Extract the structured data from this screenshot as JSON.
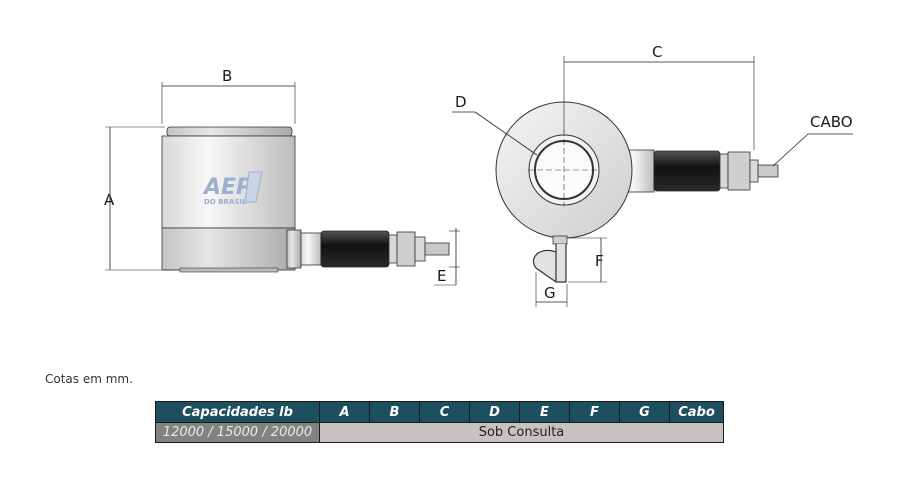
{
  "side_view": {
    "dim_a": "A",
    "dim_b": "B",
    "dim_e": "E",
    "logo_main": "AEP",
    "logo_sub": "DO BRASIL"
  },
  "top_view": {
    "dim_c": "C",
    "dim_d": "D",
    "dim_f": "F",
    "dim_g": "G",
    "cable_label": "CABO"
  },
  "note": "Cotas em mm.",
  "table": {
    "headers": [
      "Capacidades lb",
      "A",
      "B",
      "C",
      "D",
      "E",
      "F",
      "G",
      "Cabo"
    ],
    "row": {
      "capacities": "12000 / 15000 / 20000",
      "value": "Sob Consulta"
    }
  },
  "colors": {
    "header_bg": "#1d4f5e",
    "capacity_cell_bg": "#7f8481",
    "value_cell_bg": "#c8c1c2",
    "logo_blue": "#9bb0cc"
  }
}
